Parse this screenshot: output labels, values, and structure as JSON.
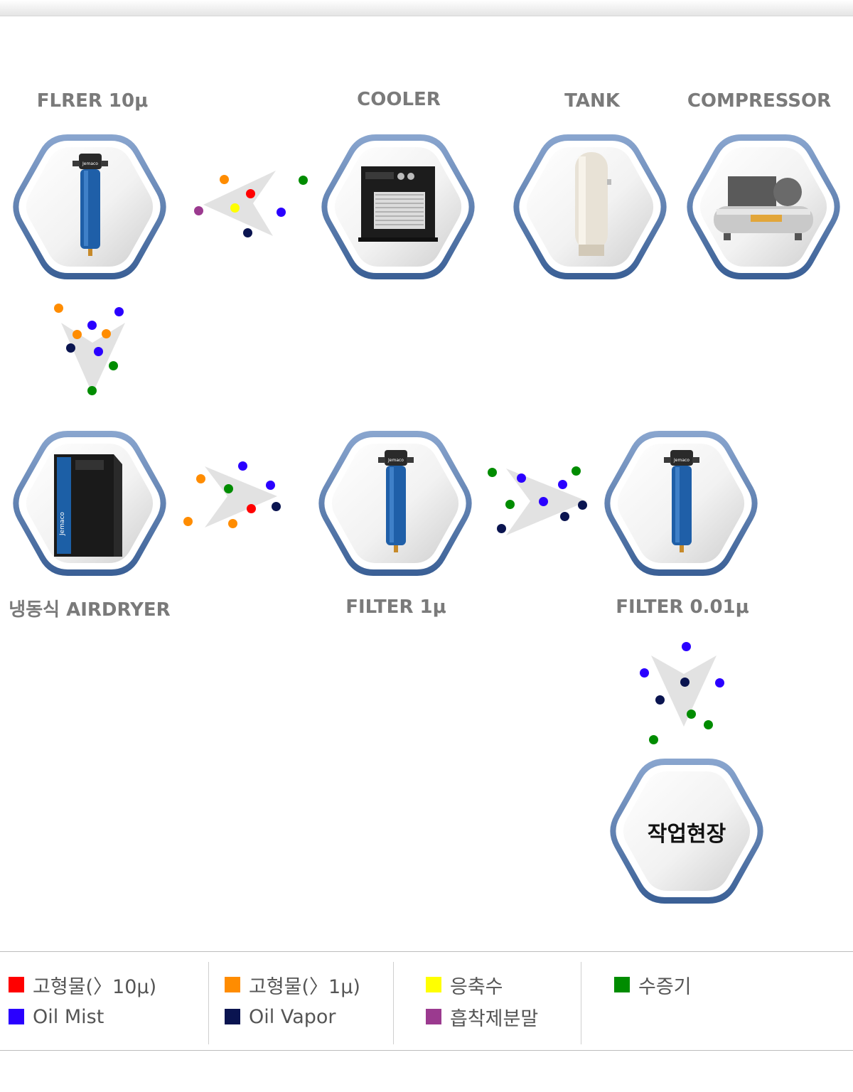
{
  "components": {
    "filter_10": "FLRER 10μ",
    "cooler": "COOLER",
    "tank": "TANK",
    "compressor": "COMPRESSOR",
    "airdryer": "냉동식 AIRDRYER",
    "filter_1": "FILTER 1μ",
    "filter_001": "FILTER 0.01μ",
    "worksite": "작업현장"
  },
  "colors": {
    "solid_10": "#ff0000",
    "solid_1": "#ff8c00",
    "condensate": "#ffff00",
    "steam": "#008c00",
    "oil_mist": "#2a00ff",
    "oil_vapor": "#0a1450",
    "adsorbent": "#9b3a8f"
  },
  "legend": [
    {
      "label": "고형물(〉10μ)",
      "color": "#ff0000"
    },
    {
      "label": "고형물(〉1μ)",
      "color": "#ff8c00"
    },
    {
      "label": "응축수",
      "color": "#ffff00"
    },
    {
      "label": "수증기",
      "color": "#008c00"
    },
    {
      "label": "Oil Mist",
      "color": "#2a00ff"
    },
    {
      "label": "Oil Vapor",
      "color": "#0a1450"
    },
    {
      "label": "흡착제분말",
      "color": "#9b3a8f"
    }
  ]
}
